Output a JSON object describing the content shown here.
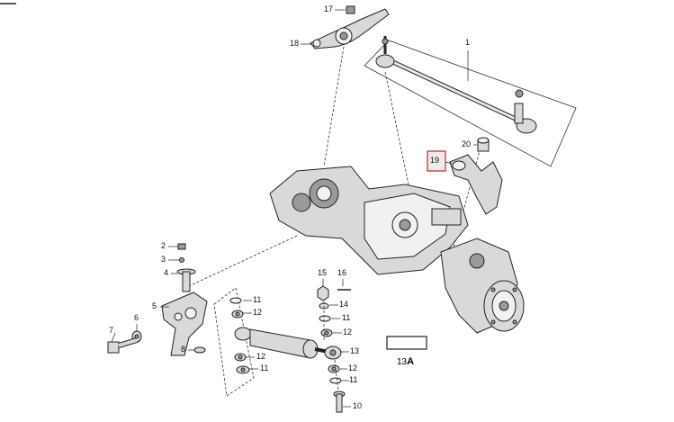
{
  "diagram": {
    "callouts": [
      {
        "id": "c1",
        "label": "1"
      },
      {
        "id": "c2",
        "label": "2"
      },
      {
        "id": "c3",
        "label": "3"
      },
      {
        "id": "c4",
        "label": "4"
      },
      {
        "id": "c5",
        "label": "5"
      },
      {
        "id": "c6",
        "label": "6"
      },
      {
        "id": "c7",
        "label": "7"
      },
      {
        "id": "c8",
        "label": "8"
      },
      {
        "id": "c10",
        "label": "10"
      },
      {
        "id": "c11a",
        "label": "11"
      },
      {
        "id": "c11b",
        "label": "11"
      },
      {
        "id": "c11c",
        "label": "11"
      },
      {
        "id": "c11d",
        "label": "11"
      },
      {
        "id": "c12a",
        "label": "12"
      },
      {
        "id": "c12b",
        "label": "12"
      },
      {
        "id": "c12c",
        "label": "12"
      },
      {
        "id": "c12d",
        "label": "12"
      },
      {
        "id": "c13",
        "label": "13"
      },
      {
        "id": "c14",
        "label": "14"
      },
      {
        "id": "c15",
        "label": "15"
      },
      {
        "id": "c16",
        "label": "16"
      },
      {
        "id": "c17",
        "label": "17"
      },
      {
        "id": "c18",
        "label": "18"
      },
      {
        "id": "c19",
        "label": "19"
      },
      {
        "id": "c20",
        "label": "20"
      }
    ],
    "legend_label": "13",
    "legend_suffix": "A",
    "highlight_color": "#cc3333",
    "highlight_fill": "#dddddd"
  }
}
